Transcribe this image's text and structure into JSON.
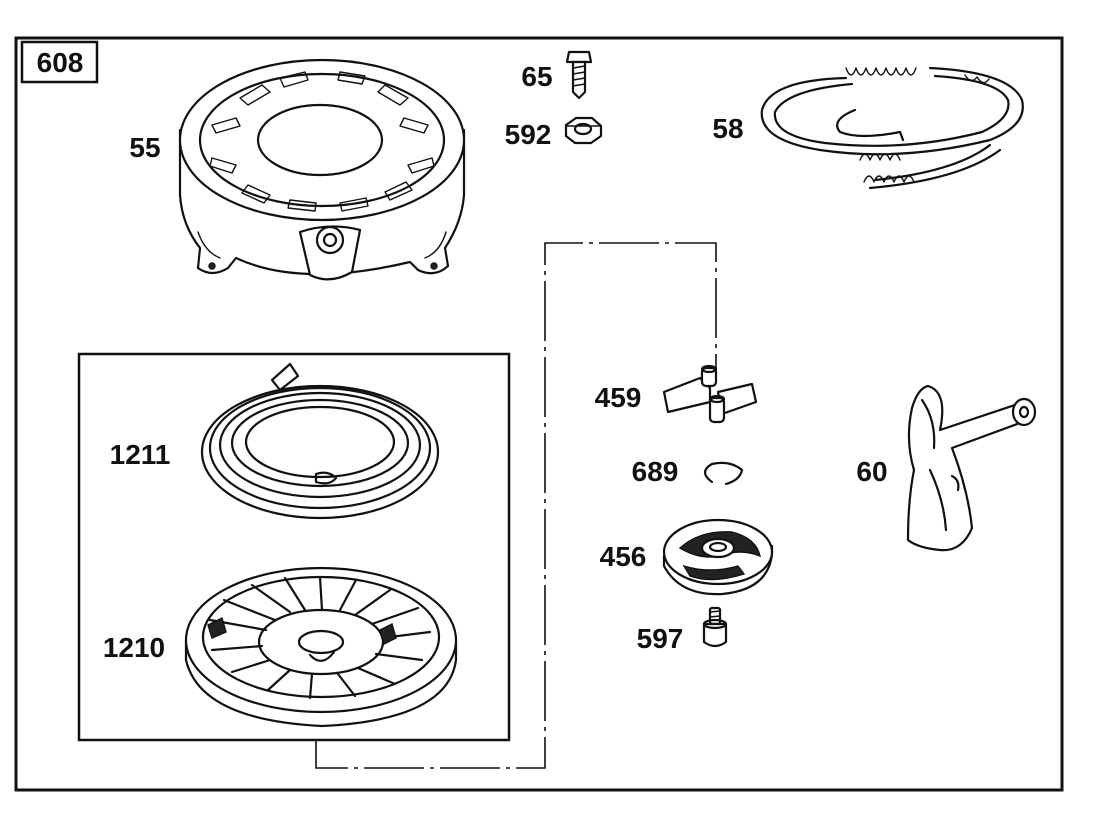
{
  "diagram": {
    "callouts": {
      "frame": "608",
      "housing": "55",
      "bolt": "65",
      "nut": "592",
      "rope": "58",
      "spring": "1211",
      "pulley": "1210",
      "dog": "459",
      "ring": "689",
      "retainer": "456",
      "screw": "597",
      "handle": "60"
    }
  }
}
